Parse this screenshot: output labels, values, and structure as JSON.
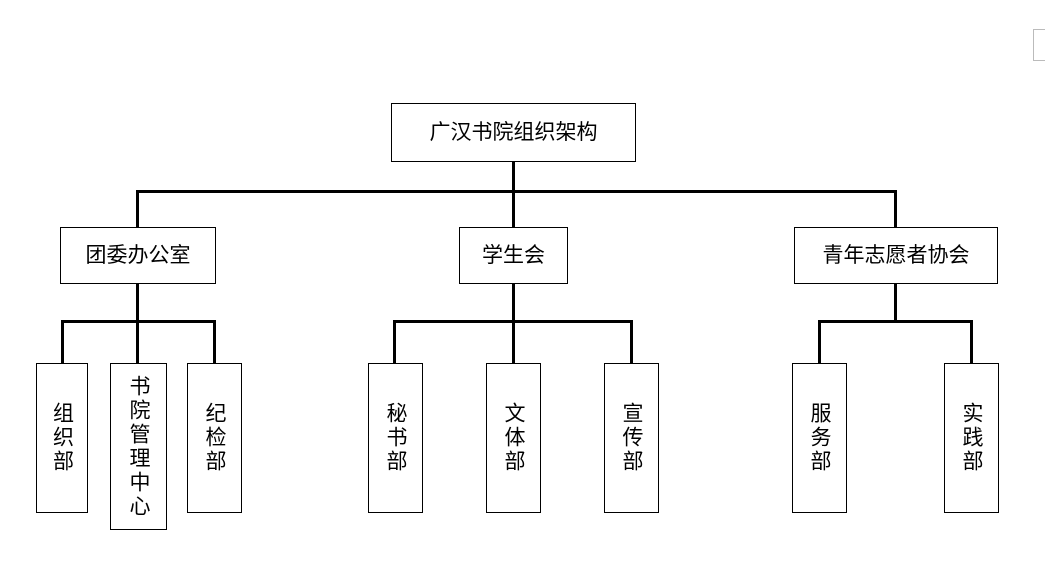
{
  "root": "广汉书院组织架构",
  "branches": [
    {
      "name": "团委办公室",
      "children": [
        "组织部",
        "书院管理中心",
        "纪检部"
      ]
    },
    {
      "name": "学生会",
      "children": [
        "秘书部",
        "文体部",
        "宣传部"
      ]
    },
    {
      "name": "青年志愿者协会",
      "children": [
        "服务部",
        "实践部"
      ]
    }
  ]
}
